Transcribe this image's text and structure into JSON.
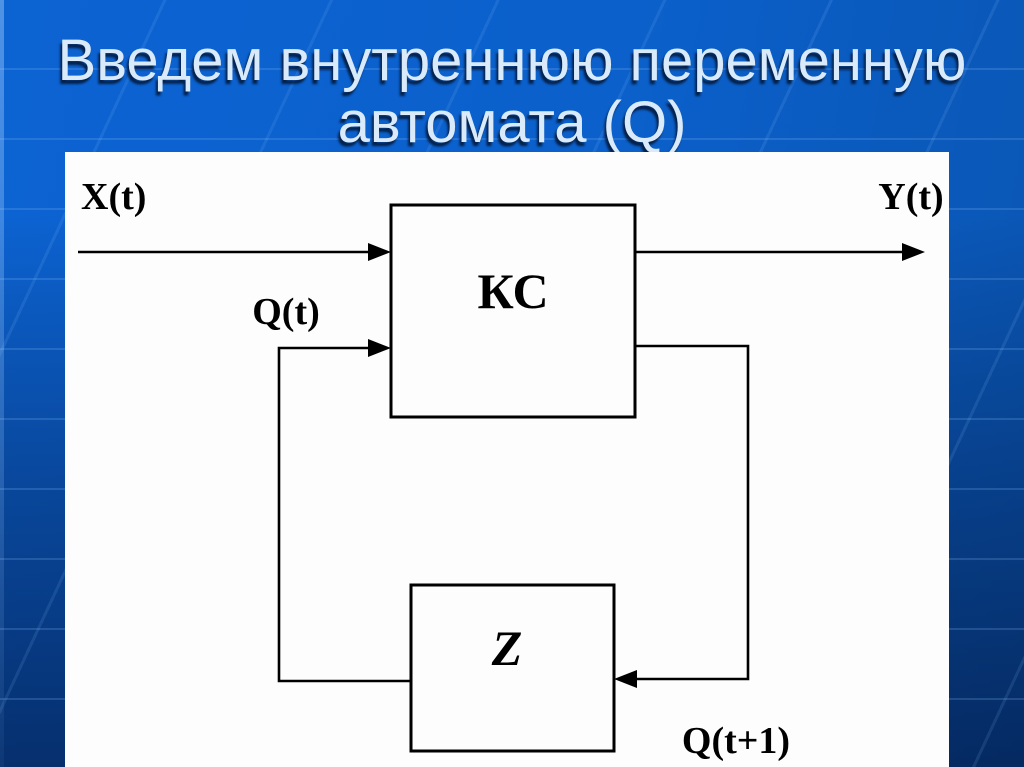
{
  "slide": {
    "title": {
      "line1": "Введем внутреннюю переменную",
      "line2": "автомата (Q)"
    },
    "colors": {
      "background_top": "#0b61cd",
      "background_bottom": "#0a3566",
      "title_text": "#d9eafa",
      "panel": "#fdfdfd",
      "diagram_ink": "#000000"
    }
  },
  "diagram": {
    "blocks": [
      {
        "id": "kc",
        "label": "КС"
      },
      {
        "id": "z",
        "label": "Z"
      }
    ],
    "signals": {
      "input": "X(t)",
      "output": "Y(t)",
      "state": "Q(t)",
      "next_state": "Q(t+1)"
    }
  }
}
